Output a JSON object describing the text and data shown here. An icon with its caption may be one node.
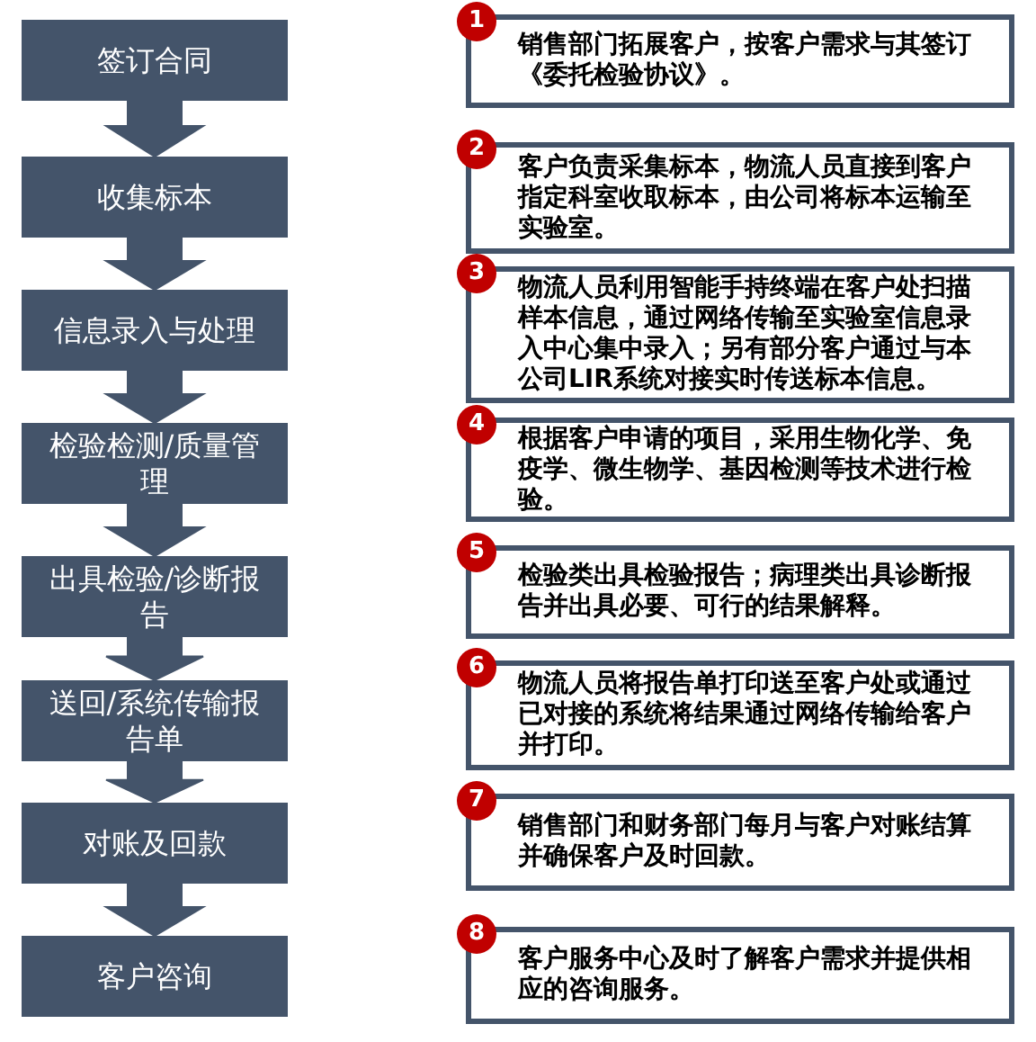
{
  "diagram": {
    "nodes": [
      {
        "text": [
          "签订合同"
        ]
      },
      {
        "text": [
          "收集标本"
        ]
      },
      {
        "text": [
          "信息录入与处理"
        ]
      },
      {
        "text": [
          "检验检测/质量管理"
        ]
      },
      {
        "text": [
          "出具检验/诊断报告"
        ]
      },
      {
        "text": [
          "送回/系统传输报告单"
        ]
      },
      {
        "text": [
          "对账及回款"
        ]
      },
      {
        "text": [
          "客户咨询"
        ]
      },
      {
        "text": [
          "1",
          "销售部门拓展客户，按客户需求与其签订《委托检验协议》。"
        ]
      },
      {
        "text": [
          "2",
          "客户负责采集标本，物流人员直接到客户指定科室收取标本，由公司将标本运输至实验室。"
        ]
      },
      {
        "text": [
          "3",
          "物流人员利用智能手持终端在客户处扫描样本信息，通过网络传输至实验室信息录入中心集中录入；另有部分客户通过与本公司LIR系统对接实时传送标本信息。"
        ]
      },
      {
        "text": [
          "4",
          "根据客户申请的项目，采用生物化学、免疫学、微生物学、基因检测等技术进行检验。"
        ]
      },
      {
        "text": [
          "5",
          "检验类出具检验报告；病理类出具诊断报告并出具必要、可行的结果解释。"
        ]
      },
      {
        "text": [
          "6",
          "物流人员将报告单打印送至客户处或通过已对接的系统将结果通过网络传输给客户并打印。"
        ]
      },
      {
        "text": [
          "7",
          "销售部门和财务部门每月与客户对账结算并确保客户及时回款。"
        ]
      },
      {
        "text": [
          "8",
          "客户服务中心及时了解客户需求并提供相应的咨询服务。"
        ]
      }
    ],
    "edges": [
      {
        "from": 0,
        "to": 1,
        "arrow": "to"
      },
      {
        "from": 1,
        "to": 2,
        "arrow": "to"
      },
      {
        "from": 2,
        "to": 3,
        "arrow": "to"
      },
      {
        "from": 3,
        "to": 4,
        "arrow": "to"
      },
      {
        "from": 4,
        "to": 5,
        "arrow": "to"
      },
      {
        "from": 5,
        "to": 6,
        "arrow": "to"
      },
      {
        "from": 6,
        "to": 7,
        "arrow": "to"
      }
    ]
  }
}
